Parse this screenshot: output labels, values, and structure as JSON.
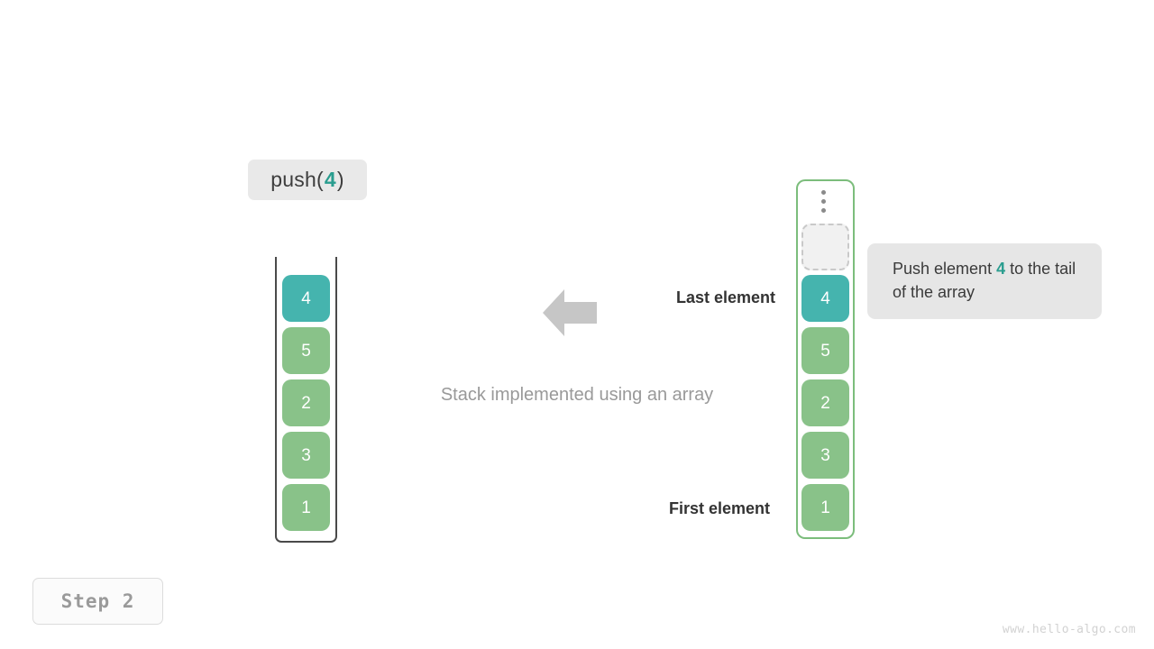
{
  "operation": {
    "prefix": "push(",
    "argument": "4",
    "suffix": ")"
  },
  "stack": {
    "title": "Stack implemented using an array",
    "boxes": [
      {
        "value": "4",
        "color": "teal",
        "hex": "#45b4ae"
      },
      {
        "value": "5",
        "color": "green",
        "hex": "#89c289"
      },
      {
        "value": "2",
        "color": "green",
        "hex": "#89c289"
      },
      {
        "value": "3",
        "color": "green",
        "hex": "#89c289"
      },
      {
        "value": "1",
        "color": "green",
        "hex": "#89c289"
      }
    ]
  },
  "array": {
    "ellipsis_icon": "vertical-ellipsis-icon",
    "empty_slot_label": "",
    "boxes": [
      {
        "value": "4",
        "color": "teal",
        "hex": "#45b4ae"
      },
      {
        "value": "5",
        "color": "green",
        "hex": "#89c289"
      },
      {
        "value": "2",
        "color": "green",
        "hex": "#89c289"
      },
      {
        "value": "3",
        "color": "green",
        "hex": "#89c289"
      },
      {
        "value": "1",
        "color": "green",
        "hex": "#89c289"
      }
    ]
  },
  "annotations": {
    "last_element": "Last element",
    "first_element": "First element",
    "arrow_icon": "arrow-left-icon",
    "arrow_color": "#c6c6c6"
  },
  "callout": {
    "text_before": "Push element ",
    "highlight": "4",
    "text_after": " to the tail of the array",
    "accent_color": "#2a9d8f"
  },
  "footer": {
    "step_label": "Step 2",
    "watermark": "www.hello-algo.com"
  }
}
